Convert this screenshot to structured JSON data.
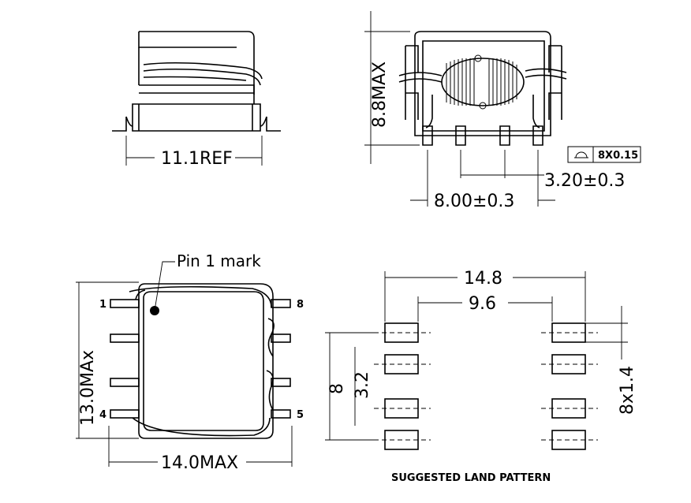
{
  "views": {
    "side": {
      "dim_width": "11.1REF"
    },
    "front": {
      "dim_height": "8.8MAX",
      "dim_pitch": "3.20±0.3",
      "dim_span": "8.00±0.3",
      "coplanarity": "8X0.15"
    },
    "top": {
      "pin1_mark": "Pin 1 mark",
      "dim_height": "13.0MAx",
      "dim_width": "14.0MAX",
      "pin_labels": [
        "1",
        "4",
        "5",
        "8"
      ]
    },
    "land_pattern": {
      "dim_outer": "14.8",
      "dim_inner": "9.6",
      "dim_height": "8",
      "dim_pitch": "3.2",
      "dim_pad": "8x1.4",
      "caption": "SUGGESTED LAND PATTERN"
    }
  }
}
